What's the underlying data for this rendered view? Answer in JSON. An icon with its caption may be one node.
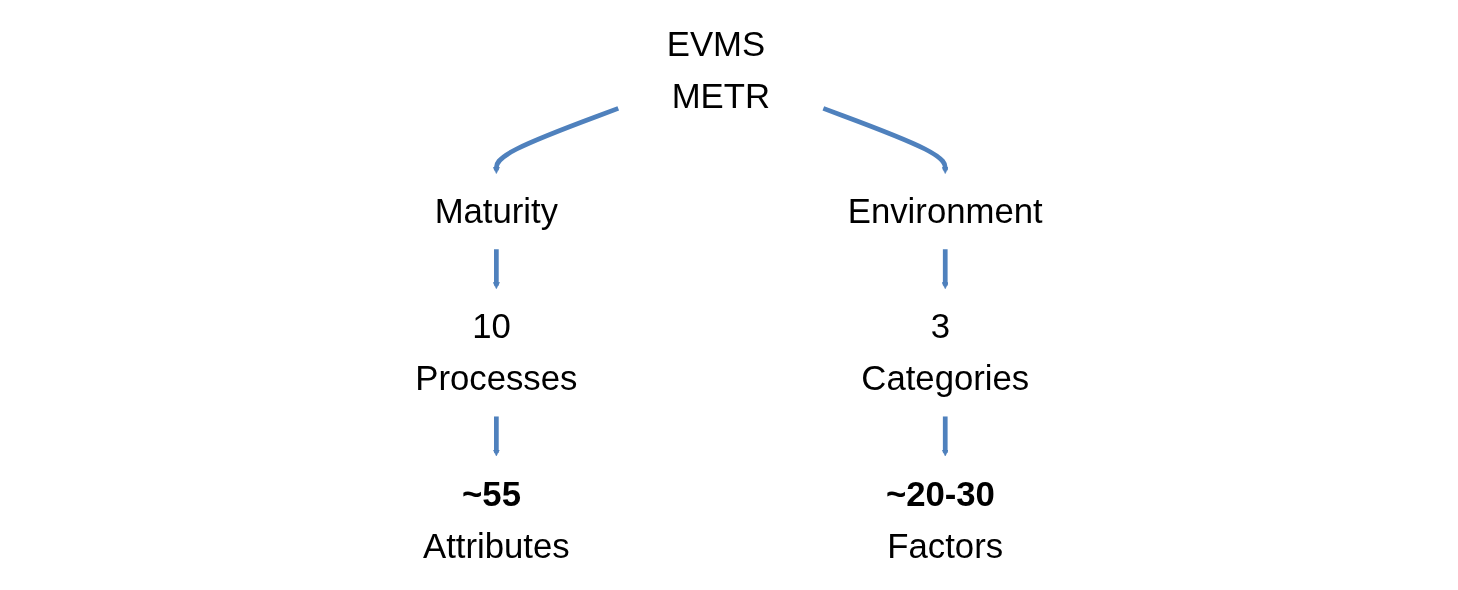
{
  "diagram": {
    "nodes": [
      {
        "text": [
          "EVMS METR"
        ]
      },
      {
        "text": [
          "Maturity"
        ]
      },
      {
        "text": [
          "Environment"
        ]
      },
      {
        "text": [
          "10 Processes"
        ]
      },
      {
        "text": [
          "3 Categories"
        ]
      },
      {
        "text": [
          "~55",
          "Attributes"
        ]
      },
      {
        "text": [
          "~20-30",
          "Factors"
        ]
      }
    ],
    "edges": [
      {
        "from": 0,
        "to": 1,
        "arrow": "to"
      },
      {
        "from": 0,
        "to": 2,
        "arrow": "to"
      },
      {
        "from": 1,
        "to": 3,
        "arrow": "to"
      },
      {
        "from": 2,
        "to": 4,
        "arrow": "to"
      },
      {
        "from": 3,
        "to": 5,
        "arrow": "to"
      },
      {
        "from": 4,
        "to": 6,
        "arrow": "to"
      }
    ]
  }
}
